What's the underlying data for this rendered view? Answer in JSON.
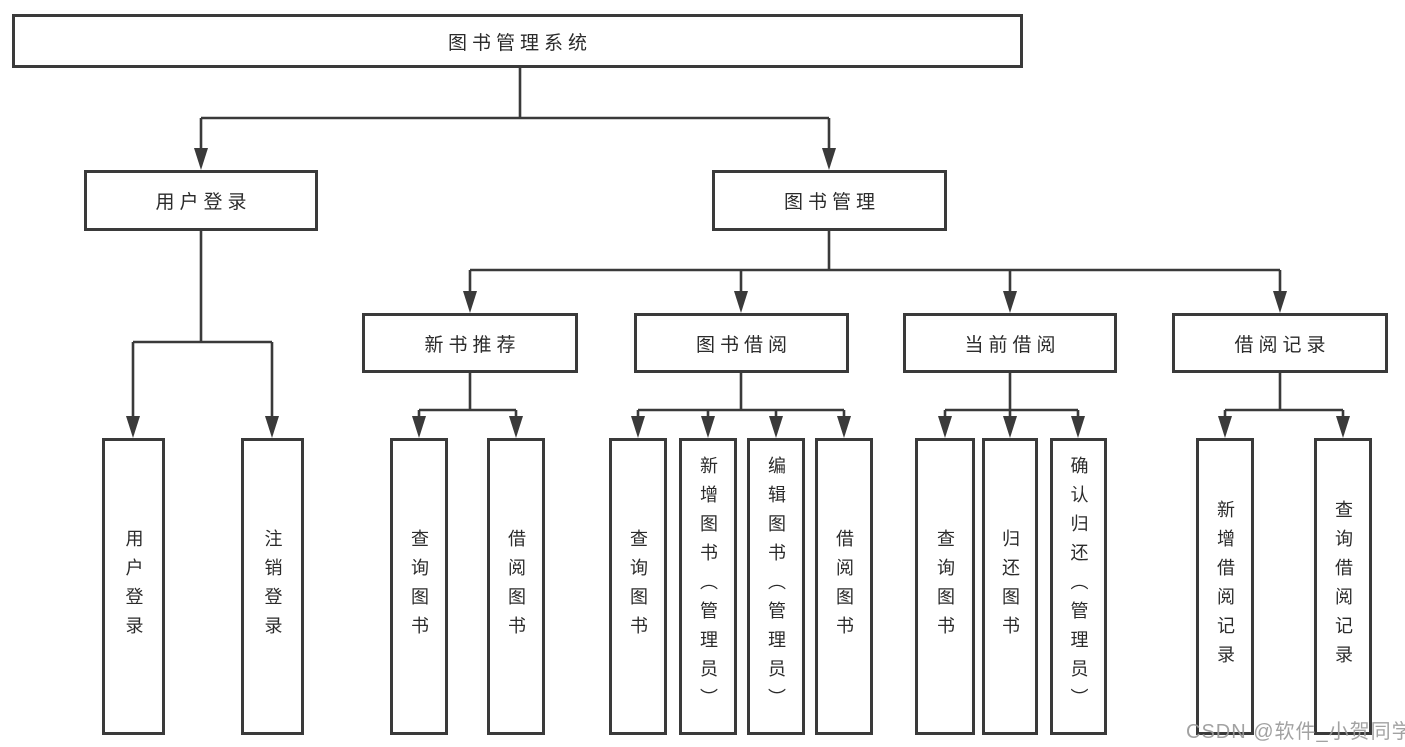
{
  "colors": {
    "background": "#ffffff",
    "line": "#3a3a3a",
    "box_border": "#3a3a3a",
    "box_fill": "#ffffff",
    "text": "#2b2b2b",
    "watermark": "#9b9b9b"
  },
  "tree": {
    "root": {
      "label": "图书管理系统"
    },
    "branches": [
      {
        "label": "用户登录",
        "leaves": [
          {
            "label": "用户登录"
          },
          {
            "label": "注销登录"
          }
        ]
      },
      {
        "label": "图书管理",
        "groups": [
          {
            "label": "新书推荐",
            "leaves": [
              {
                "label": "查询图书"
              },
              {
                "label": "借阅图书"
              }
            ]
          },
          {
            "label": "图书借阅",
            "leaves": [
              {
                "label": "查询图书"
              },
              {
                "label": "新增图书（管理员）"
              },
              {
                "label": "编辑图书（管理员）"
              },
              {
                "label": "借阅图书"
              }
            ]
          },
          {
            "label": "当前借阅",
            "leaves": [
              {
                "label": "查询图书"
              },
              {
                "label": "归还图书"
              },
              {
                "label": "确认归还（管理员）"
              }
            ]
          },
          {
            "label": "借阅记录",
            "leaves": [
              {
                "label": "新增借阅记录"
              },
              {
                "label": "查询借阅记录"
              }
            ]
          }
        ]
      }
    ]
  },
  "watermark": {
    "text": "CSDN @软件_小贺同学"
  }
}
